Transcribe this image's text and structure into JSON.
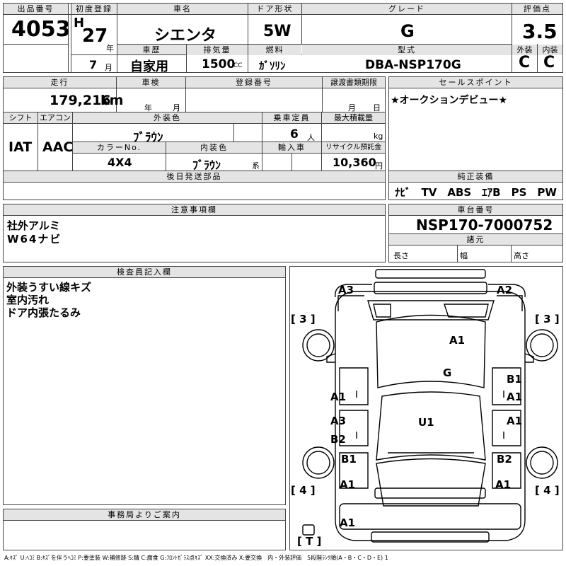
{
  "headers": {
    "lot": "出品番号",
    "first_reg": "初度登録",
    "car_name": "車名",
    "door": "ドア形状",
    "grade": "グレード",
    "score": "評価点",
    "history": "車歴",
    "displacement": "排気量",
    "fuel": "燃料",
    "model": "型式",
    "exterior": "外装",
    "interior": "内装",
    "mileage": "走行",
    "inspection": "車検",
    "reg_no": "登録番号",
    "transfer": "譲渡書類期限",
    "sales_point": "セールスポイント",
    "shift": "シフト",
    "ac": "エアコン",
    "ext_color": "外装色",
    "capacity": "乗車定員",
    "max_load": "最大積載量",
    "color_no": "カラーNo.",
    "int_color": "内装色",
    "import": "輸入車",
    "recycle": "リサイクル預託金",
    "later_parts": "後日発送部品",
    "genuine_equip": "純正装備",
    "notes": "注意事項欄",
    "chassis_no": "車台番号",
    "dimensions": "諸元",
    "inspector": "検査員記入欄",
    "office": "事務局よりご案内"
  },
  "lot_number": "4053",
  "era": "H",
  "year": "27",
  "year_unit": "年",
  "month": "7",
  "month_unit": "月",
  "car_name": "シエンタ",
  "doors": "5W",
  "grade": "G",
  "score": "3.5",
  "history": "自家用",
  "displacement": "1500",
  "displacement_unit": "CC",
  "fuel": "ｶﾞｿﾘﾝ",
  "model": "DBA-NSP170G",
  "exterior_grade": "C",
  "interior_grade": "C",
  "mileage": "179,216",
  "mileage_unit": "km",
  "inspection_year_unit": "年",
  "inspection_month_unit": "月",
  "transfer_month_unit": "月",
  "transfer_day_unit": "日",
  "sales_point_text": "★オークションデビュー★",
  "shift": "IAT",
  "ac": "AAC",
  "ext_color": "ﾌﾞﾗｳﾝ",
  "capacity": "6",
  "capacity_unit": "人",
  "max_load_unit": "kg",
  "color_no": "4X4",
  "int_color": "ﾌﾞﾗｳﾝ",
  "int_color_suffix": "系",
  "recycle": "10,360",
  "recycle_unit": "円",
  "genuine_equip_text": "ﾅﾋﾞ　TV　ABS　ｴｱB　PS　PW",
  "notes_lines": [
    "社外アルミ",
    "W64ナビ"
  ],
  "chassis_number": "NSP170-7000752",
  "dims": {
    "length": "長さ",
    "width": "幅",
    "height": "高さ"
  },
  "inspector_lines": [
    "外装うすい線キズ",
    "室内汚れ",
    "ドア内張たるみ"
  ],
  "diagram": {
    "corner_ul": "[ 3 ]",
    "corner_ur": "[ 3 ]",
    "corner_ll": "[ 4 ]",
    "corner_lr": "[ 4 ]",
    "bottom": "[ T ]",
    "marks": {
      "a3_top_left": "A3",
      "a2_top_right": "A2",
      "a1_hood": "A1",
      "g_windshield": "G",
      "a1_left_front_door": "A1",
      "b1_right_fender": "B1",
      "a1_right_front_door": "A1",
      "a3_left": "A3",
      "b2_left": "B2",
      "u1_roof": "U1",
      "a1_right_rear_door": "A1",
      "b1_left_rear": "B1",
      "b2_right_rear": "B2",
      "a1_left_quarter": "A1",
      "a1_right_quarter": "A1",
      "a1_rear_bumper": "A1"
    }
  },
  "legend": "A:ｷｽﾞ U:ﾍｺﾐ B:ｷｽﾞを伴うﾍｺﾐ P:要塗装 W:補修跡 S:錆 C:腐食 G:ﾌﾛﾝﾄｶﾞﾗｽ点ｷｽﾞ XX:交換済み X:要交換　内・外装評価　5段階ﾗﾝｸ順(A・B・C・D・E) 1"
}
